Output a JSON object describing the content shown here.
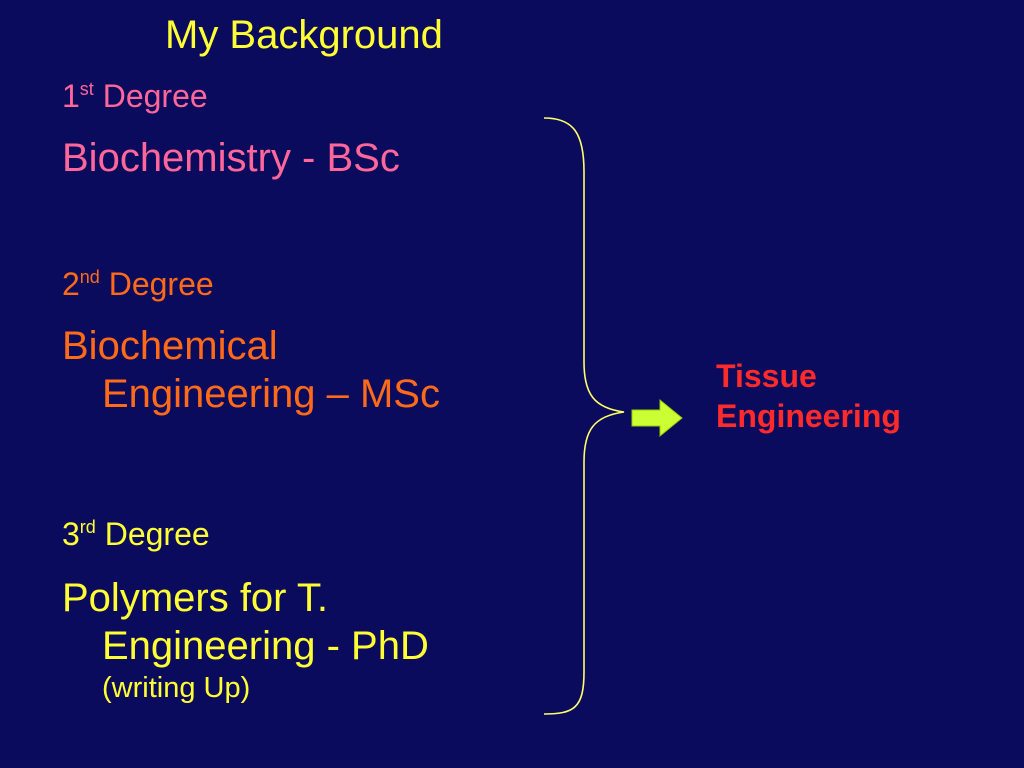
{
  "title": "My Background",
  "degrees": [
    {
      "num": "1",
      "suffix": "st",
      "word": "Degree",
      "line1": "Biochemistry - BSc",
      "line2": "",
      "note": ""
    },
    {
      "num": "2",
      "suffix": "nd",
      "word": "Degree",
      "line1": "Biochemical",
      "line2": "Engineering – MSc",
      "note": ""
    },
    {
      "num": "3",
      "suffix": "rd",
      "word": "Degree",
      "line1": "Polymers for T.",
      "line2": "Engineering - PhD",
      "note": "(writing Up)"
    }
  ],
  "outcome": {
    "line1": "Tissue",
    "line2": "Engineering"
  },
  "icons": {
    "brace": "right-curly-brace-icon",
    "arrow": "right-arrow-icon"
  },
  "colors": {
    "background": "#0b0b5e",
    "title": "#ffff33",
    "degree1": "#ff6699",
    "degree2": "#ff6a18",
    "degree3": "#ffff33",
    "outcome": "#ff2a2a",
    "arrow": "#ccff33"
  }
}
